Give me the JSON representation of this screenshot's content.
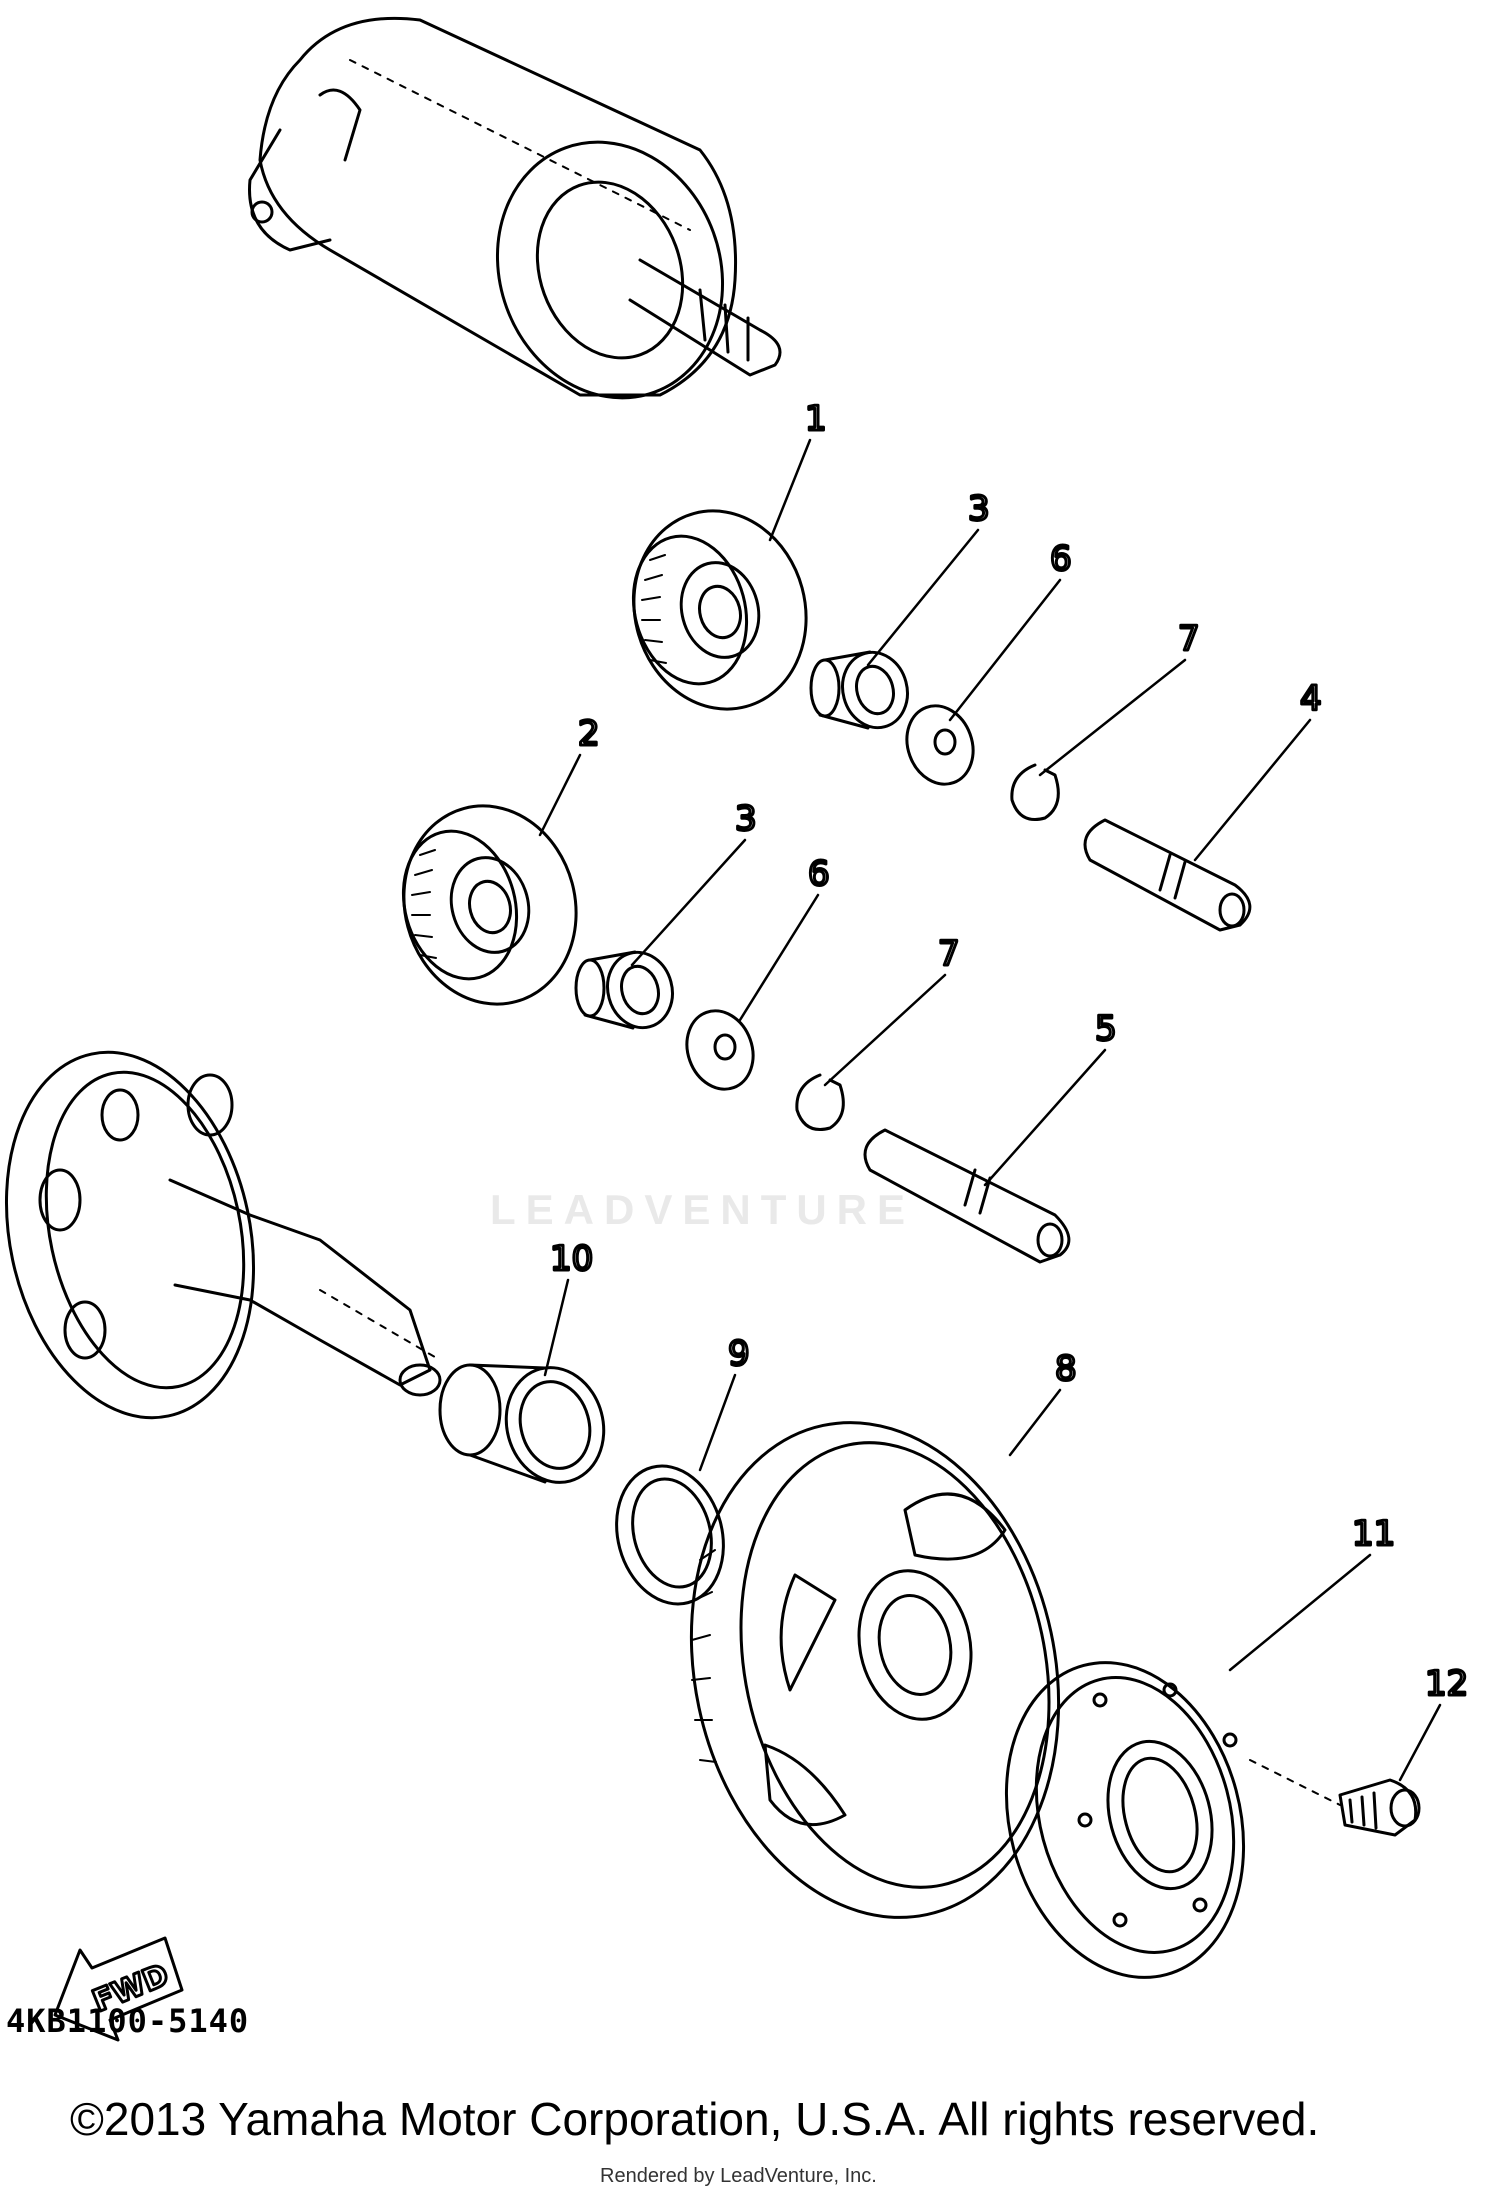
{
  "watermark": "LEADVENTURE",
  "diagram_code": "4KB1100-5140",
  "copyright": "©2013 Yamaha Motor Corporation, U.S.A. All rights reserved.",
  "rendered_by": "Rendered by LeadVenture, Inc.",
  "fwd_arrow": {
    "label": "FWD"
  },
  "callouts": [
    "1",
    "2",
    "3",
    "3",
    "4",
    "5",
    "6",
    "6",
    "7",
    "7",
    "8",
    "9",
    "10",
    "11",
    "12"
  ]
}
